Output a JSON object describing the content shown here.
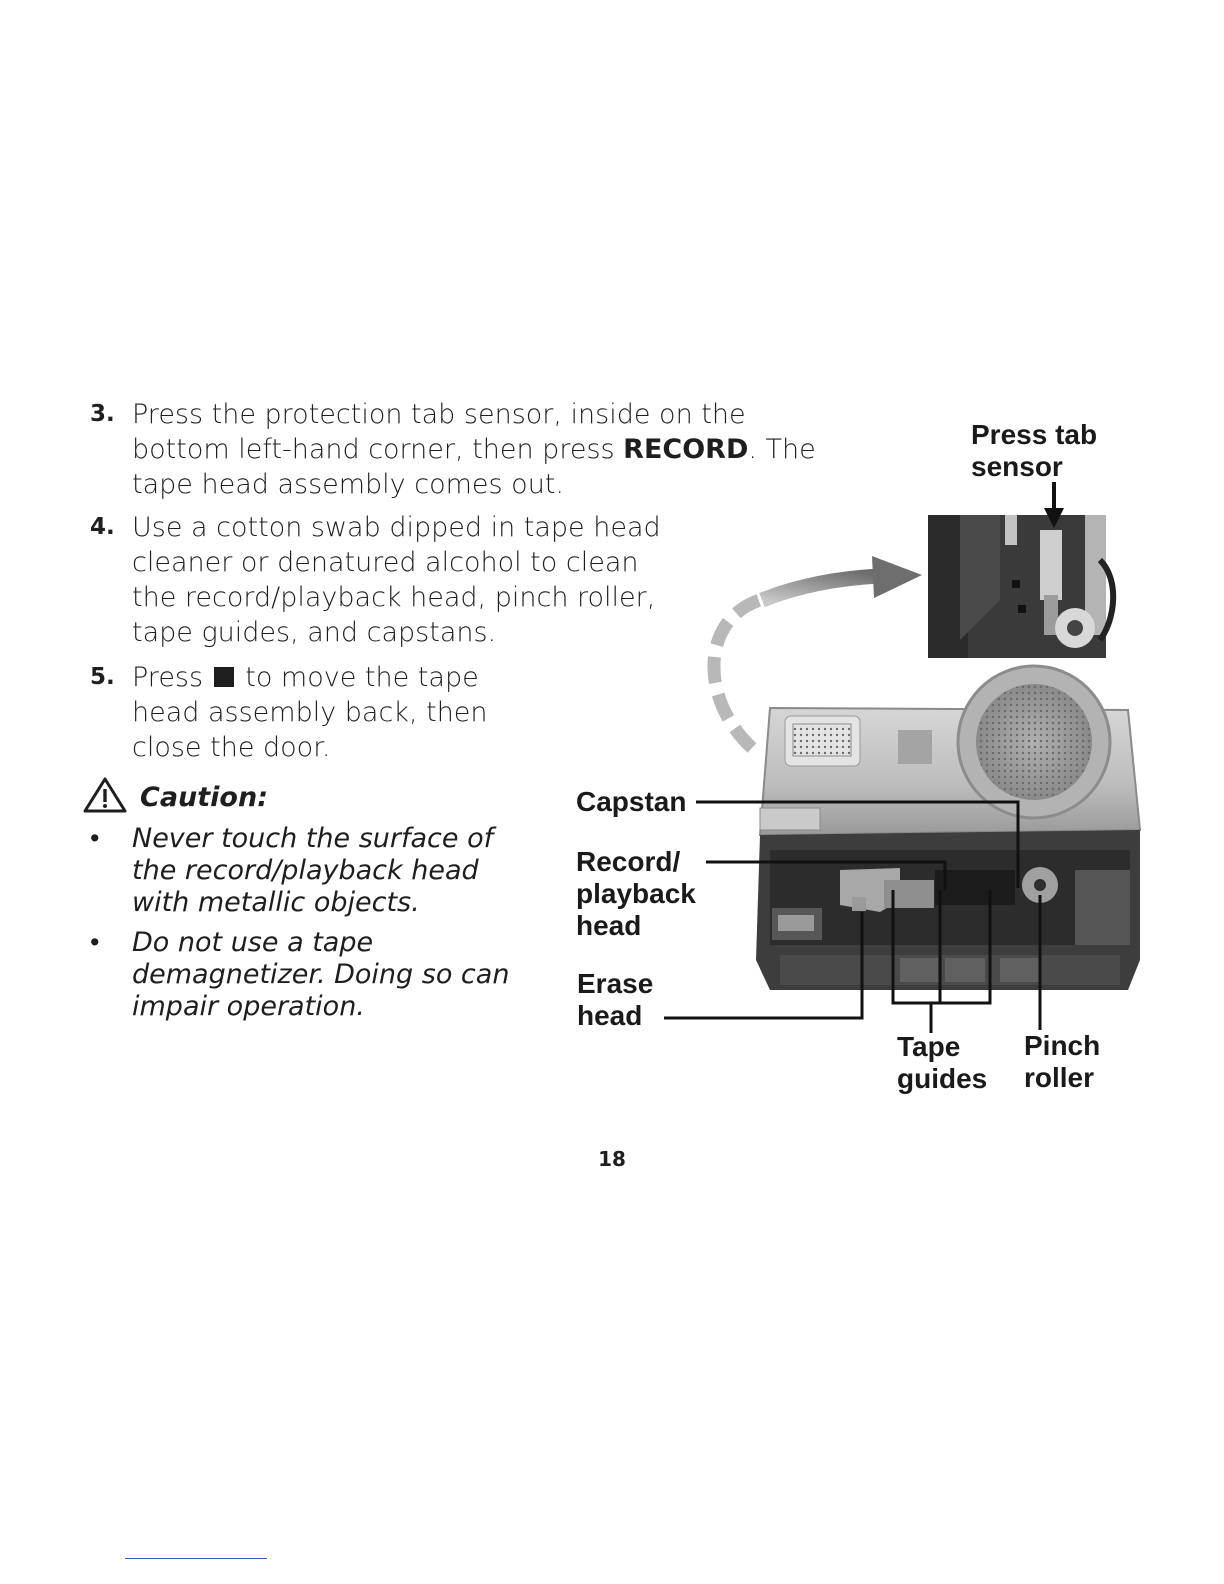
{
  "steps": [
    {
      "number": "3.",
      "text_before": "Press the protection tab sensor, inside on the bottom left-hand corner, then press ",
      "emphasis": "RECORD",
      "text_after": ". The tape head assembly comes out."
    },
    {
      "number": "4.",
      "text": "Use a cotton swab dipped in tape head cleaner or denatured alcohol to clean the record/playback head, pinch roller, tape guides, and capstans."
    },
    {
      "number": "5.",
      "text_before": "Press ",
      "text_after": " to move the tape head assembly back, then close the door."
    }
  ],
  "caution": {
    "title": "Caution:",
    "items": [
      "Never touch the surface of the record/playback head with metallic objects.",
      "Do not use a tape demagnetizer. Doing so can impair operation."
    ]
  },
  "figure_labels": {
    "press_tab": [
      "Press tab",
      "sensor"
    ],
    "capstan": [
      "Capstan"
    ],
    "record_playback": [
      "Record/",
      "playback",
      "head"
    ],
    "erase": [
      "Erase",
      "head"
    ],
    "tape_guides": [
      "Tape",
      "guides"
    ],
    "pinch_roller": [
      "Pinch",
      "roller"
    ]
  },
  "page_number": "18"
}
